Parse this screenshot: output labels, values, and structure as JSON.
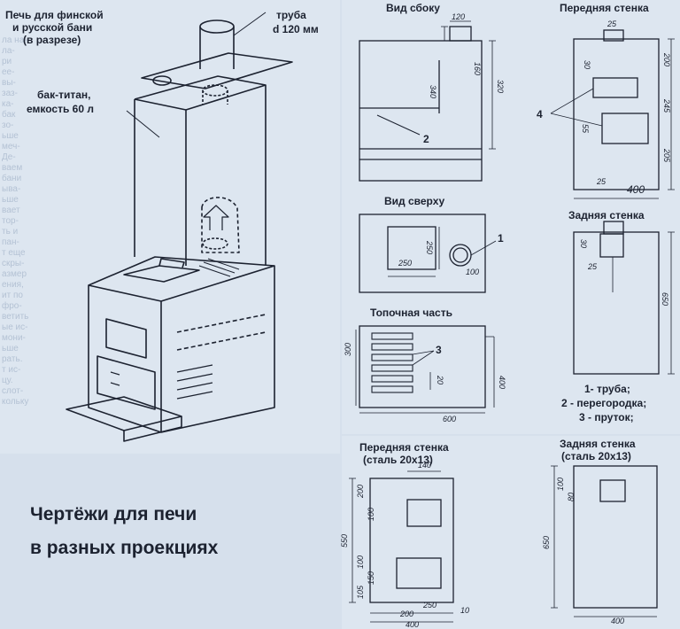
{
  "iso": {
    "stove_title": [
      "Печь для финской",
      "и русской бани",
      "(в разрезе)"
    ],
    "pipe_label": [
      "труба",
      "d 120 мм"
    ],
    "tank_label": [
      "бак-титан,",
      "емкость 60 л"
    ]
  },
  "caption": [
    "Чертёжи для печи",
    "в разных проекциях"
  ],
  "side_view": {
    "title": "Вид сбоку",
    "dims": [
      "120",
      "160",
      "340",
      "320"
    ],
    "callout": "2"
  },
  "top_view": {
    "title": "Вид сверху",
    "dims": [
      "250",
      "250",
      "100"
    ],
    "callout": "1"
  },
  "firebox": {
    "title": "Топочная часть",
    "dims": [
      "300",
      "20",
      "400",
      "600"
    ],
    "callout": "3"
  },
  "front_wall": {
    "title": "Передняя стенка",
    "dims": [
      "25",
      "30",
      "200",
      "245",
      "55",
      "205",
      "25",
      "400"
    ],
    "callout": "4"
  },
  "back_wall": {
    "title": "Задняя стенка",
    "dims": [
      "30",
      "25",
      "650"
    ]
  },
  "legend": [
    "1- труба;",
    "2 - перегородка;",
    "3 - пруток;"
  ],
  "front_steel": {
    "title": [
      "Передняя стенка",
      "(сталь 20х13)"
    ],
    "dims": [
      "140",
      "200",
      "100",
      "550",
      "100",
      "105",
      "150",
      "250",
      "200",
      "10",
      "400"
    ]
  },
  "back_steel": {
    "title": [
      "Задняя стенка",
      "(сталь 20х13)"
    ],
    "dims": [
      "100",
      "80",
      "650",
      "400"
    ]
  }
}
